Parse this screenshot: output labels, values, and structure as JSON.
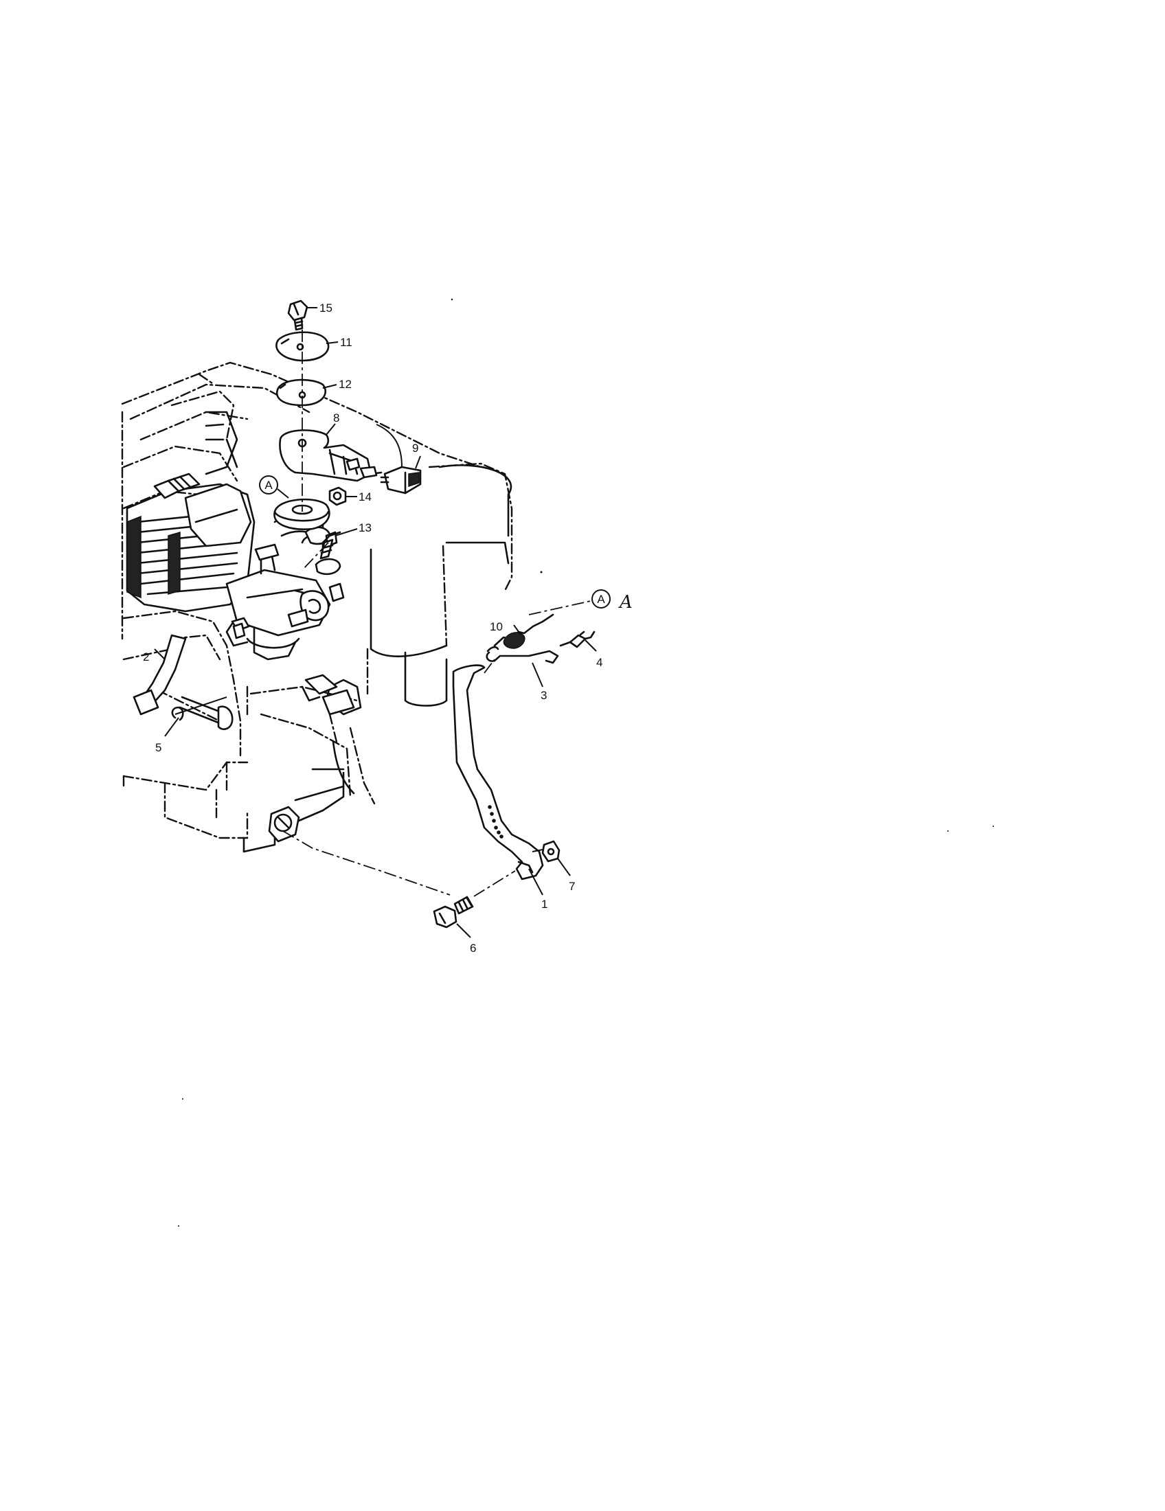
{
  "callouts": {
    "c1": "1",
    "c2": "2",
    "c3": "3",
    "c4": "4",
    "c5": "5",
    "c6": "6",
    "c7": "7",
    "c8": "8",
    "c9": "9",
    "c10": "10",
    "c11": "11",
    "c12": "12",
    "c13": "13",
    "c14": "14",
    "c15": "15"
  },
  "reference_marks": {
    "a_upper": "A",
    "a_lower": "A"
  },
  "handwritten_note": "A"
}
